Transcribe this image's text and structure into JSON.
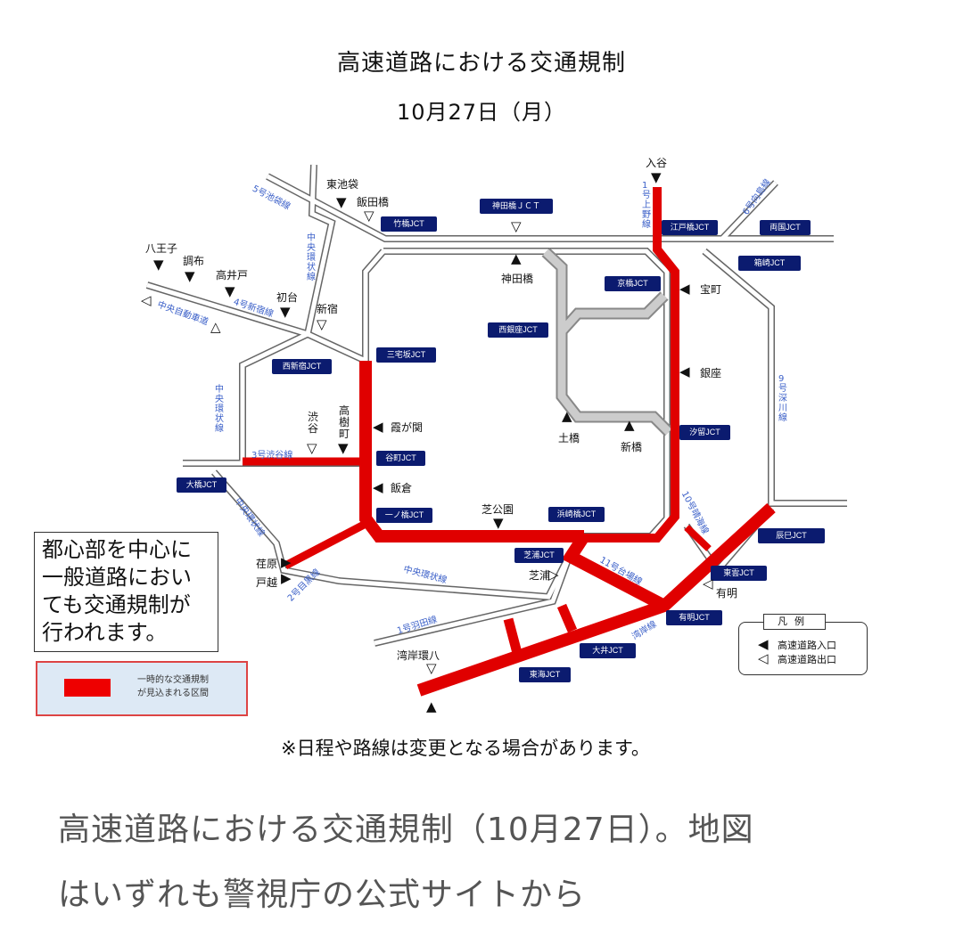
{
  "header": {
    "title": "高速道路における交通規制",
    "date": "10月27日（月）"
  },
  "jcts": [
    "竹橋JCT",
    "神田橋ＪＣＴ",
    "江戸橋JCT",
    "両国JCT",
    "箱崎JCT",
    "京橋JCT",
    "西銀座JCT",
    "三宅坂JCT",
    "西新宿JCT",
    "汐留JCT",
    "谷町JCT",
    "大橋JCT",
    "一ノ橋JCT",
    "浜崎橋JCT",
    "辰巳JCT",
    "芝浦JCT",
    "東雲JCT",
    "有明JCT",
    "大井JCT",
    "東海JCT"
  ],
  "routes": {
    "r5": "5号池袋線",
    "central_n": "中央環状線",
    "r4": "4号新宿線",
    "chuo_exp": "中央自動車道",
    "central_w": "中央環状線",
    "r3": "3号渋谷線",
    "central_sw": "中央環状線",
    "r2": "2号目黒線",
    "central_s": "中央環状線",
    "r1h": "1号羽田線",
    "r11": "11号台場線",
    "bayshore": "湾岸線",
    "r10": "10号晴海線",
    "r9": "9号深川線",
    "r6": "6号向島線",
    "r1u": "1号上野線"
  },
  "ramps": {
    "iriya": "入谷",
    "higashiikebukuro": "東池袋",
    "iidabashi": "飯田橋",
    "hachioji": "八王子",
    "chofu": "調布",
    "takaido": "高井戸",
    "hatsudai": "初台",
    "shinjuku": "新宿",
    "kandabashi": "神田橋",
    "takaracho": "宝町",
    "ginza": "銀座",
    "dobashi": "土橋",
    "shinbashi": "新橋",
    "kasumigaseki": "霞が関",
    "shibuya": "渋谷",
    "takagicho": "高樹町",
    "iigura": "飯倉",
    "shibakoen": "芝公園",
    "shibaura": "芝浦",
    "ariake": "有明",
    "ebara": "荏原",
    "togoshi": "戸越",
    "wangan_kanpachi": "湾岸環八"
  },
  "notice": "都心部を中心に一般道路においても交通規制が行われます。",
  "legend_red": {
    "line1": "一時的な交通規制",
    "line2": "が見込まれる区間"
  },
  "legend": {
    "title": "凡例",
    "entrance": "高速道路入口",
    "exit": "高速道路出口"
  },
  "note": "※日程や路線は変更となる場合があります。",
  "caption": {
    "line1": "高速道路における交通規制（10月27日）。地図",
    "line2": "はいずれも警視庁の公式サイトから"
  },
  "colors": {
    "restriction": "#e00000",
    "jct": "#0b1b6f",
    "route_label": "#3a5fc8"
  }
}
